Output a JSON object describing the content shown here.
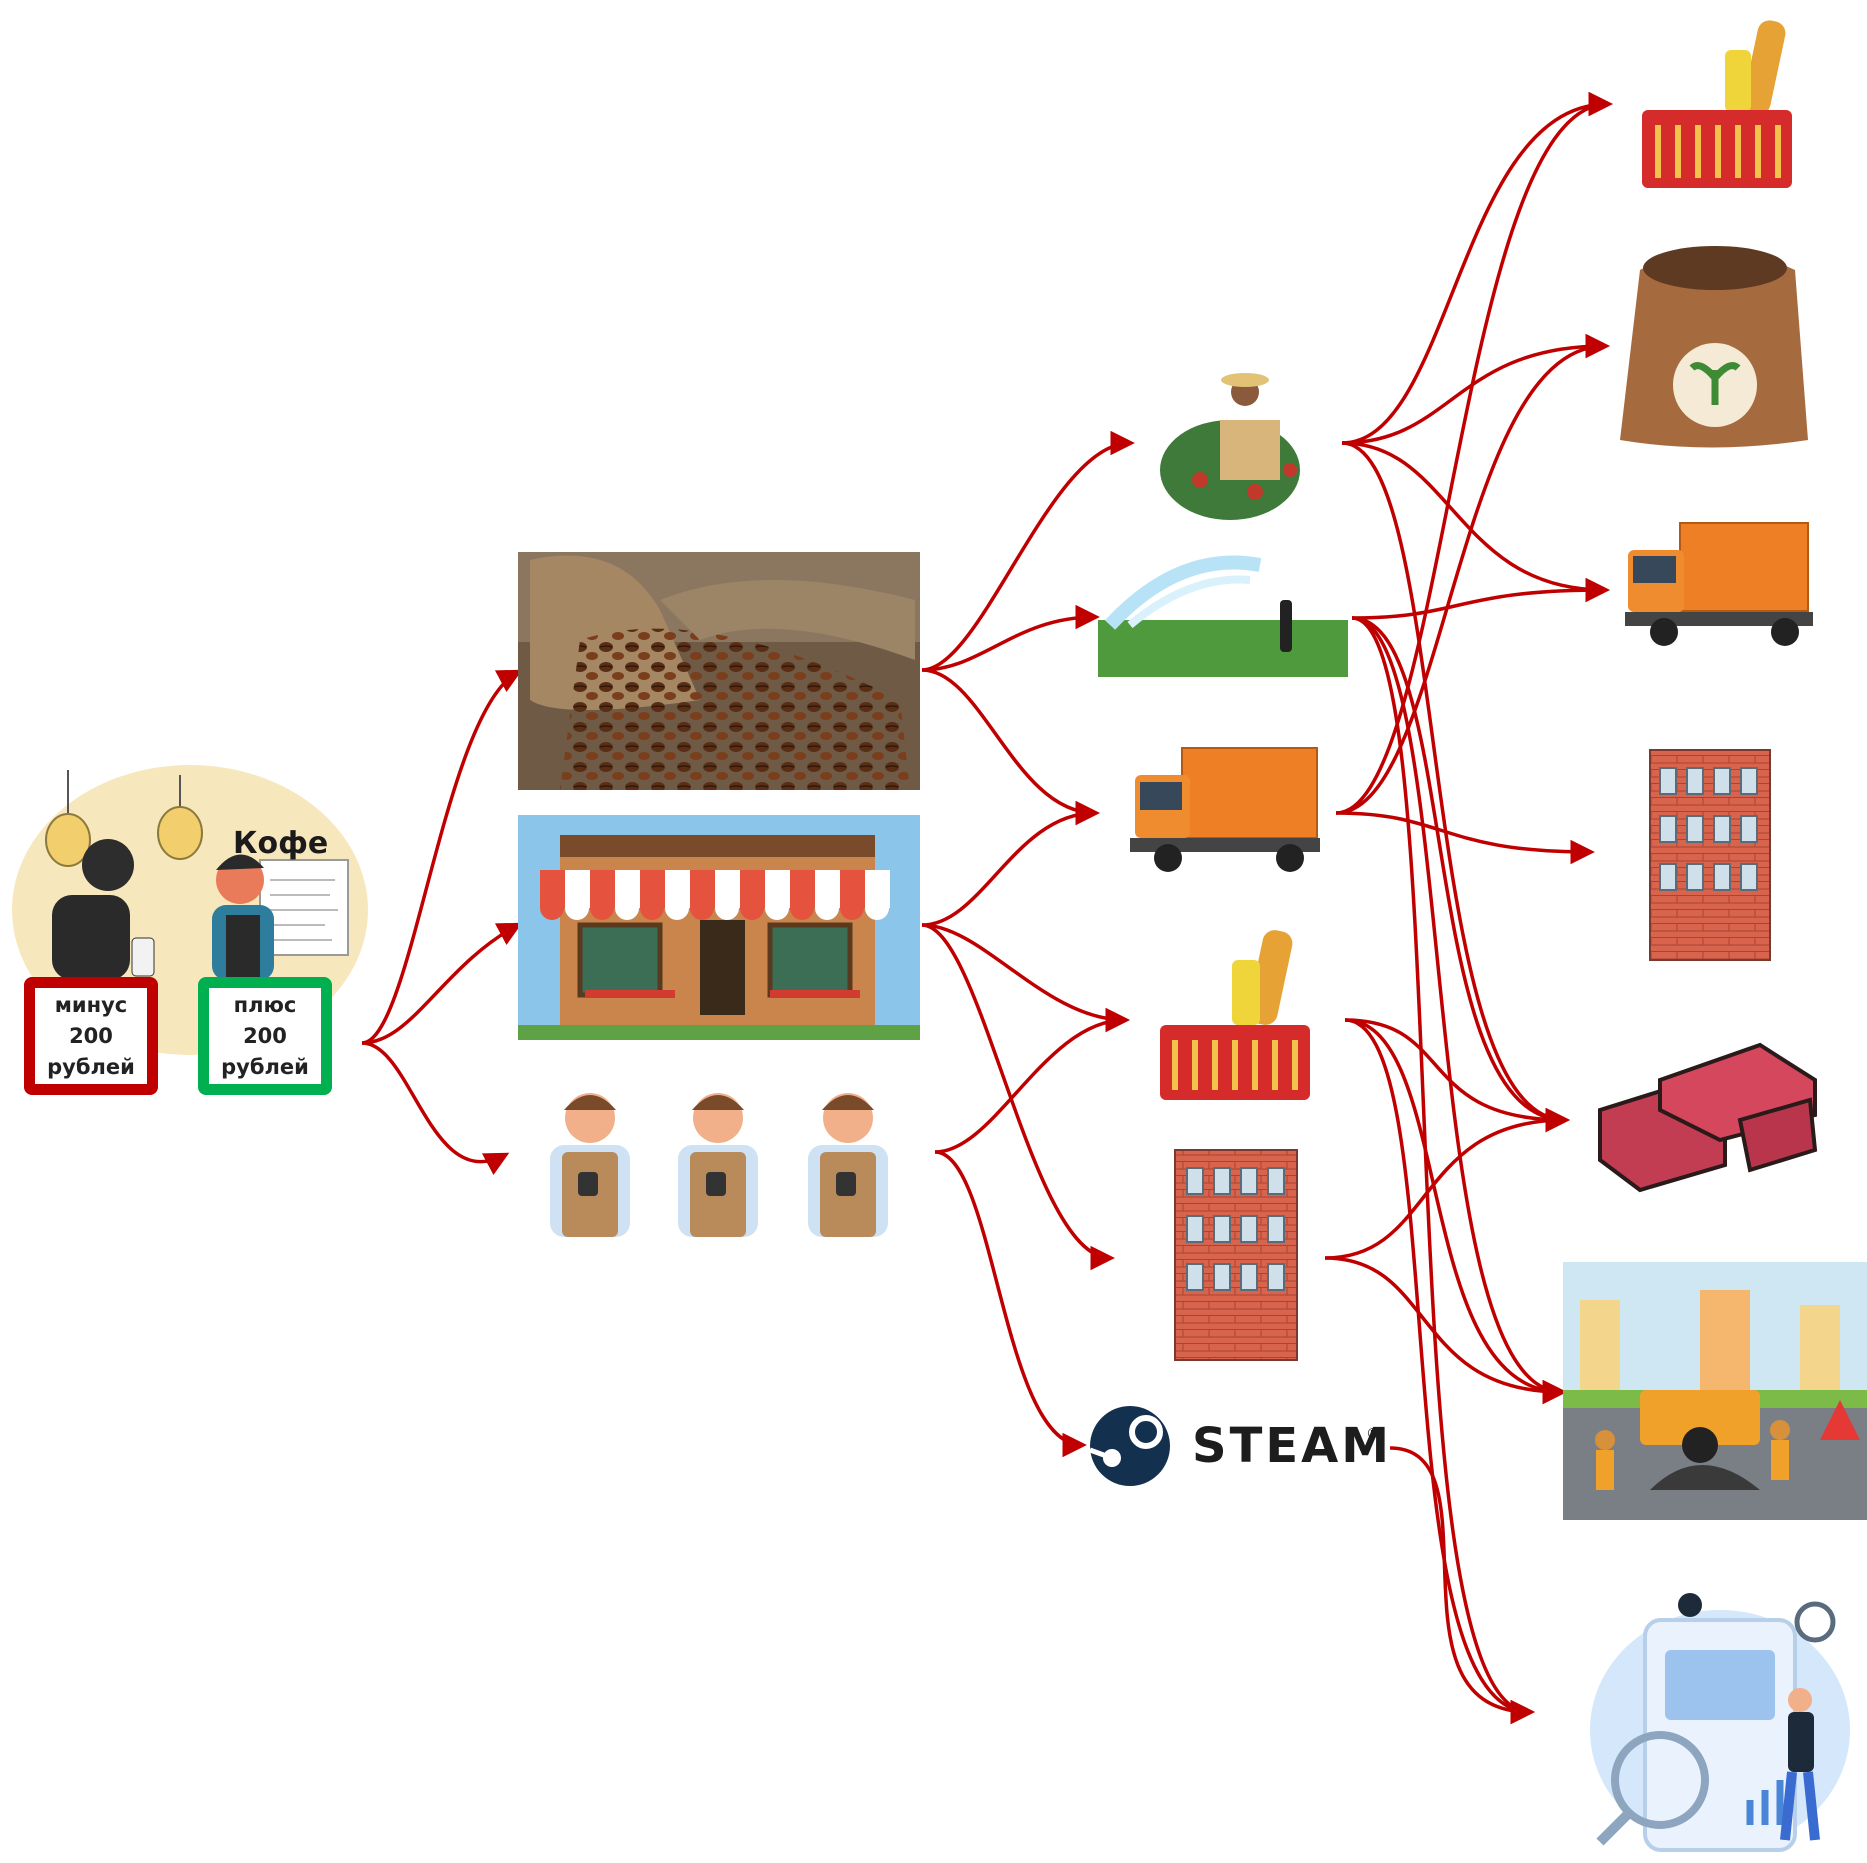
{
  "title": "Кофе",
  "boxes": {
    "minus": {
      "line1": "минус",
      "line2": "200",
      "line3": "рублей",
      "color": "#c00000"
    },
    "plus": {
      "line1": "плюс",
      "line2": "200",
      "line3": "рублей",
      "color": "#00b050"
    }
  },
  "steam": {
    "word": "STEAM",
    "reg": "®"
  },
  "colors": {
    "arrow": "#c00000"
  },
  "icons": {
    "level1": [
      "coffee-beans-sack",
      "cafe-storefront",
      "baristas-trio"
    ],
    "level2": [
      "coffee-farmer",
      "water-sprinkler",
      "delivery-truck",
      "grocery-basket",
      "brick-building",
      "steam-logo"
    ],
    "level3": [
      "grocery-basket",
      "fertilizer-bag",
      "delivery-truck",
      "brick-building",
      "bricks",
      "road-repair-workers",
      "mobile-app-development"
    ]
  }
}
